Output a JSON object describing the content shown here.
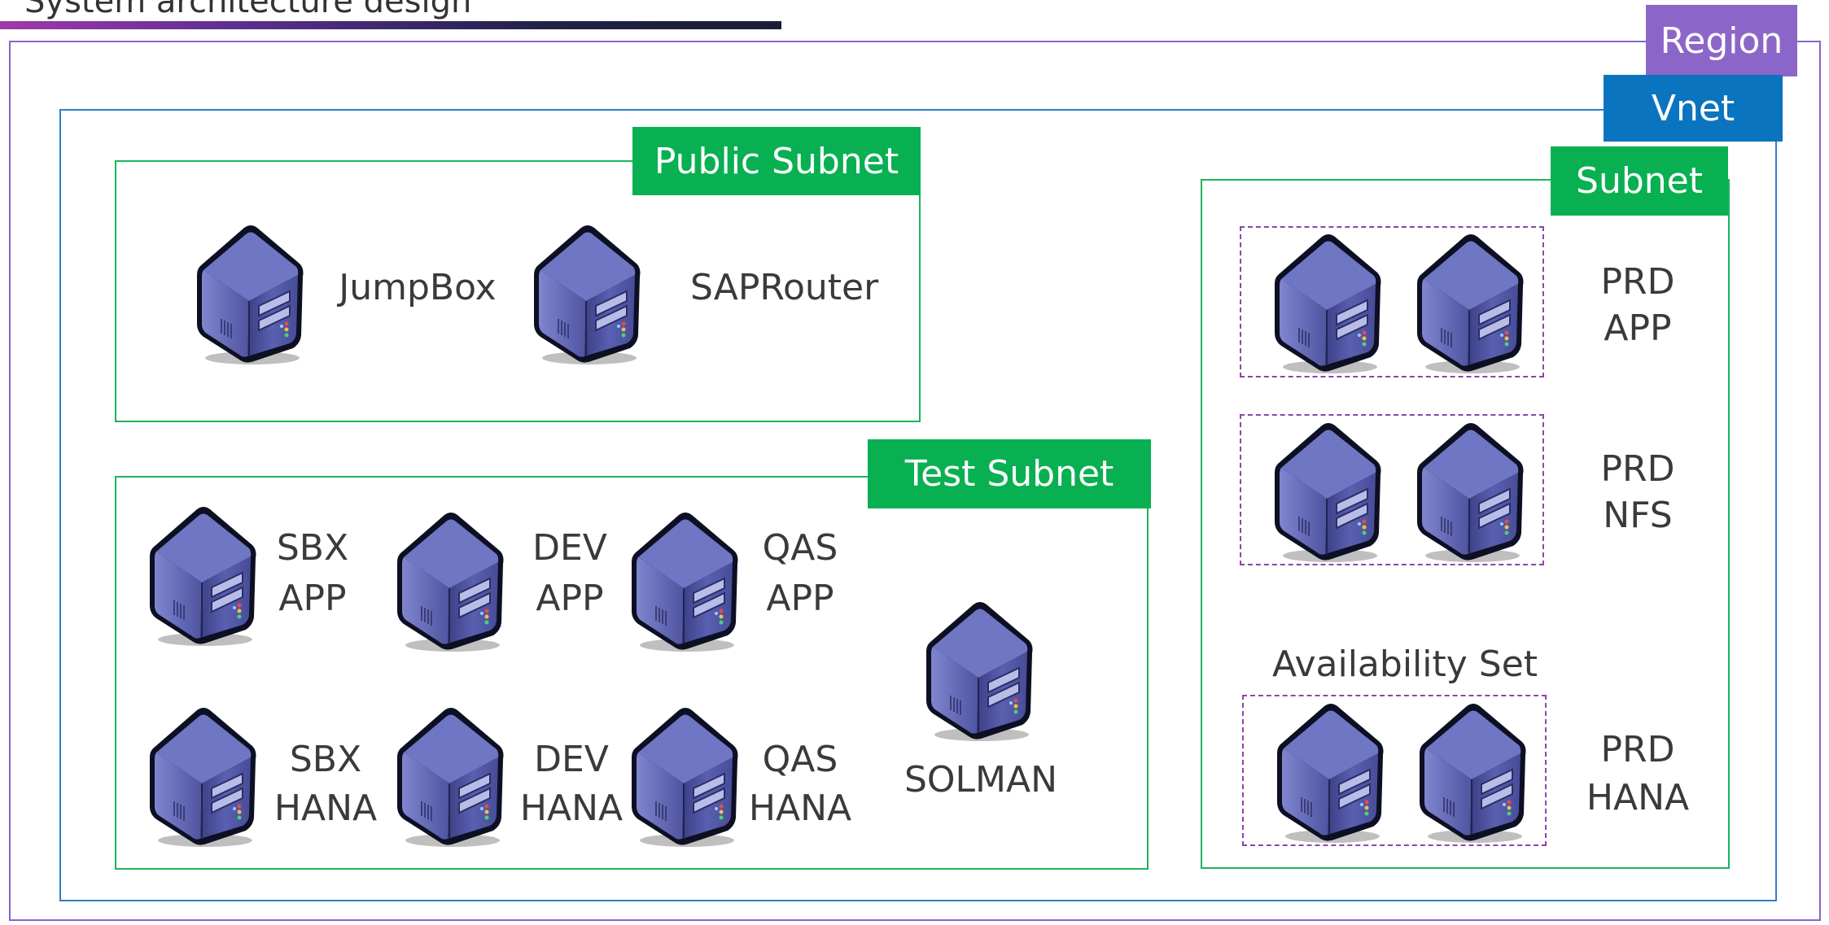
{
  "header": {
    "title": "System architecture design"
  },
  "containers": {
    "region": "Region",
    "vnet": "Vnet",
    "public_subnet": "Public Subnet",
    "test_subnet": "Test Subnet",
    "prod_subnet": "Subnet",
    "availability_set": "Availability Set"
  },
  "public_servers": [
    {
      "name": "JumpBox"
    },
    {
      "name": "SAPRouter"
    }
  ],
  "test_servers": {
    "row1": [
      {
        "line1": "SBX",
        "line2": "APP"
      },
      {
        "line1": "DEV",
        "line2": "APP"
      },
      {
        "line1": "QAS",
        "line2": "APP"
      }
    ],
    "row2": [
      {
        "line1": "SBX",
        "line2": "HANA"
      },
      {
        "line1": "DEV",
        "line2": "HANA"
      },
      {
        "line1": "QAS",
        "line2": "HANA"
      }
    ],
    "solman": "SOLMAN"
  },
  "prod_groups": [
    {
      "line1": "PRD",
      "line2": "APP"
    },
    {
      "line1": "PRD",
      "line2": "NFS"
    },
    {
      "line1": "PRD",
      "line2": "HANA"
    }
  ],
  "colors": {
    "region": "#8b66c8",
    "vnet": "#0b74bf",
    "subnet": "#09b052",
    "availability_set_border": "#8e44ad",
    "server_body": "#4a4f9a"
  },
  "icons": {
    "server": "server-icon"
  }
}
